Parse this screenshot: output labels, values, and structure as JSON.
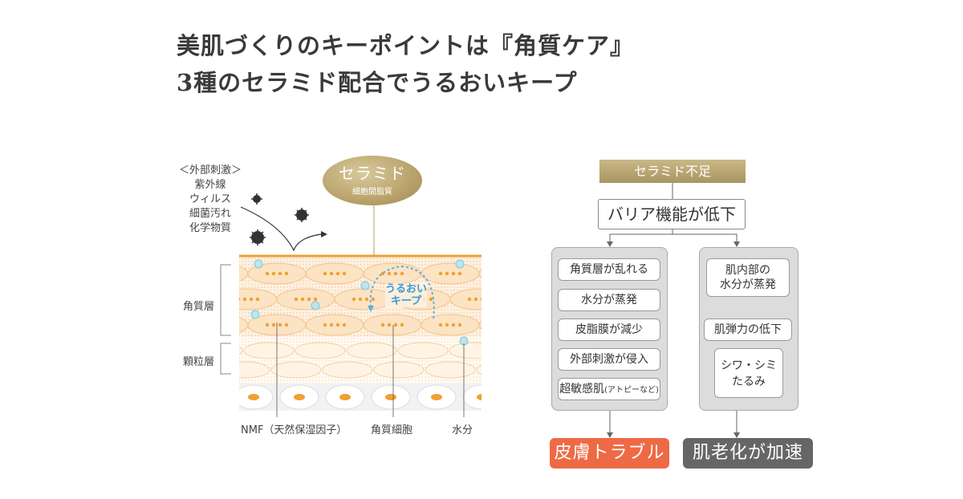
{
  "headline": {
    "line1": "美肌づくりのキーポイントは『角質ケア』",
    "line2": "3種のセラミド配合でうるおいキープ"
  },
  "left_diagram": {
    "external": {
      "title": "＜外部刺激＞",
      "items": [
        "紫外線",
        "ウィルス",
        "細菌汚れ",
        "化学物質"
      ]
    },
    "ceramide": {
      "title": "セラミド",
      "subtitle": "細胞間脂質"
    },
    "moisture_keep": {
      "line1": "うるおい",
      "line2": "キープ"
    },
    "layers": {
      "stratum_corneum": "角質層",
      "granular": "顆粒層"
    },
    "bottom_labels": {
      "nmf": "NMF（天然保湿因子）",
      "corneocyte": "角質細胞",
      "water": "水分"
    },
    "colors": {
      "gold": "#b39c63",
      "orange": "#f0a030",
      "cell": "#fbe3c4",
      "water": "#7fc8d8"
    }
  },
  "right_flow": {
    "header": "セラミド不足",
    "barrier": "バリア機能が低下",
    "left_items": [
      "角質層が乱れる",
      "水分が蒸発",
      "皮脂膜が減少",
      "外部刺激が侵入"
    ],
    "left_last": {
      "main": "超敏感肌",
      "note": "(アトピーなど)"
    },
    "right_items": [
      {
        "line1": "肌内部の",
        "line2": "水分が蒸発"
      },
      {
        "line1": "肌弾力の低下",
        "line2": ""
      },
      {
        "line1": "シワ・シミ",
        "line2": "たるみ"
      }
    ],
    "result_left": "皮膚トラブル",
    "result_right": "肌老化が加速",
    "colors": {
      "result_left": "#ee6a45",
      "result_right": "#666666",
      "header": "#b8a46f"
    }
  }
}
